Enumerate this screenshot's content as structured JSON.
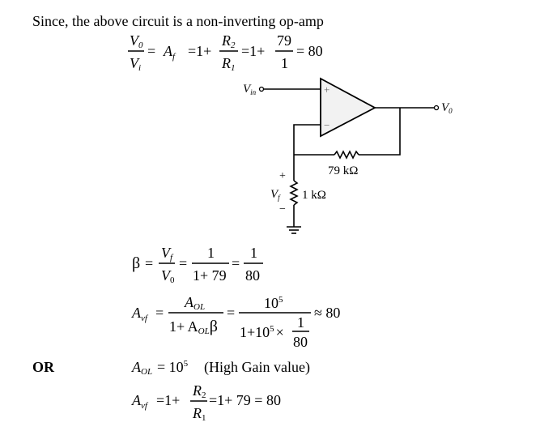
{
  "intro": "Since, the above circuit is a non-inverting op-amp",
  "eq1": {
    "v": "V",
    "sub0": "0",
    "subi": "i",
    "eq": "=",
    "a": "A",
    "subf": "f",
    "one_plus": "=1+",
    "r": "R",
    "sub2": "2",
    "sub1": "1",
    "one_plus2": "=1+",
    "num79": "79",
    "den1": "1",
    "result": "= 80"
  },
  "circuit": {
    "vin": "V",
    "vin_sub": "in",
    "vout": "V",
    "vout_sub": "0",
    "plus": "+",
    "minus": "−",
    "r2_label": "79 kΩ",
    "r1_label": "1 kΩ",
    "vf": "V",
    "vf_sub": "f",
    "vf_plus": "+",
    "vf_minus": "−"
  },
  "beta_eq": {
    "beta": "β",
    "eq": "=",
    "vf": "V",
    "vf_sub": "f",
    "v0": "V",
    "v0_sub": "0",
    "eq2": "=",
    "num1": "1",
    "den1": "1+ 79",
    "eq3": "=",
    "num2": "1",
    "den2": "80"
  },
  "af_eq": {
    "a": "A",
    "sub": "vf",
    "eq": "=",
    "num": "A",
    "num_sub": "OL",
    "den": "1+ A",
    "den_sub": "OL",
    "den_beta": "β",
    "eq2": "=",
    "num2": "10",
    "num2_sup": "5",
    "den2": "1+10",
    "den2_sup": "5",
    "times": "×",
    "small_num": "1",
    "small_den": "80",
    "approx": "≈ 80"
  },
  "or_label": "OR",
  "aol_eq": {
    "a": "A",
    "sub": "OL",
    "eq": "= 10",
    "sup": "5",
    "note": "(High Gain value)"
  },
  "af2_eq": {
    "a": "A",
    "sub": "vf",
    "eq": "=1+",
    "r": "R",
    "sub2": "2",
    "sub1": "1",
    "result": "=1+ 79 = 80"
  }
}
